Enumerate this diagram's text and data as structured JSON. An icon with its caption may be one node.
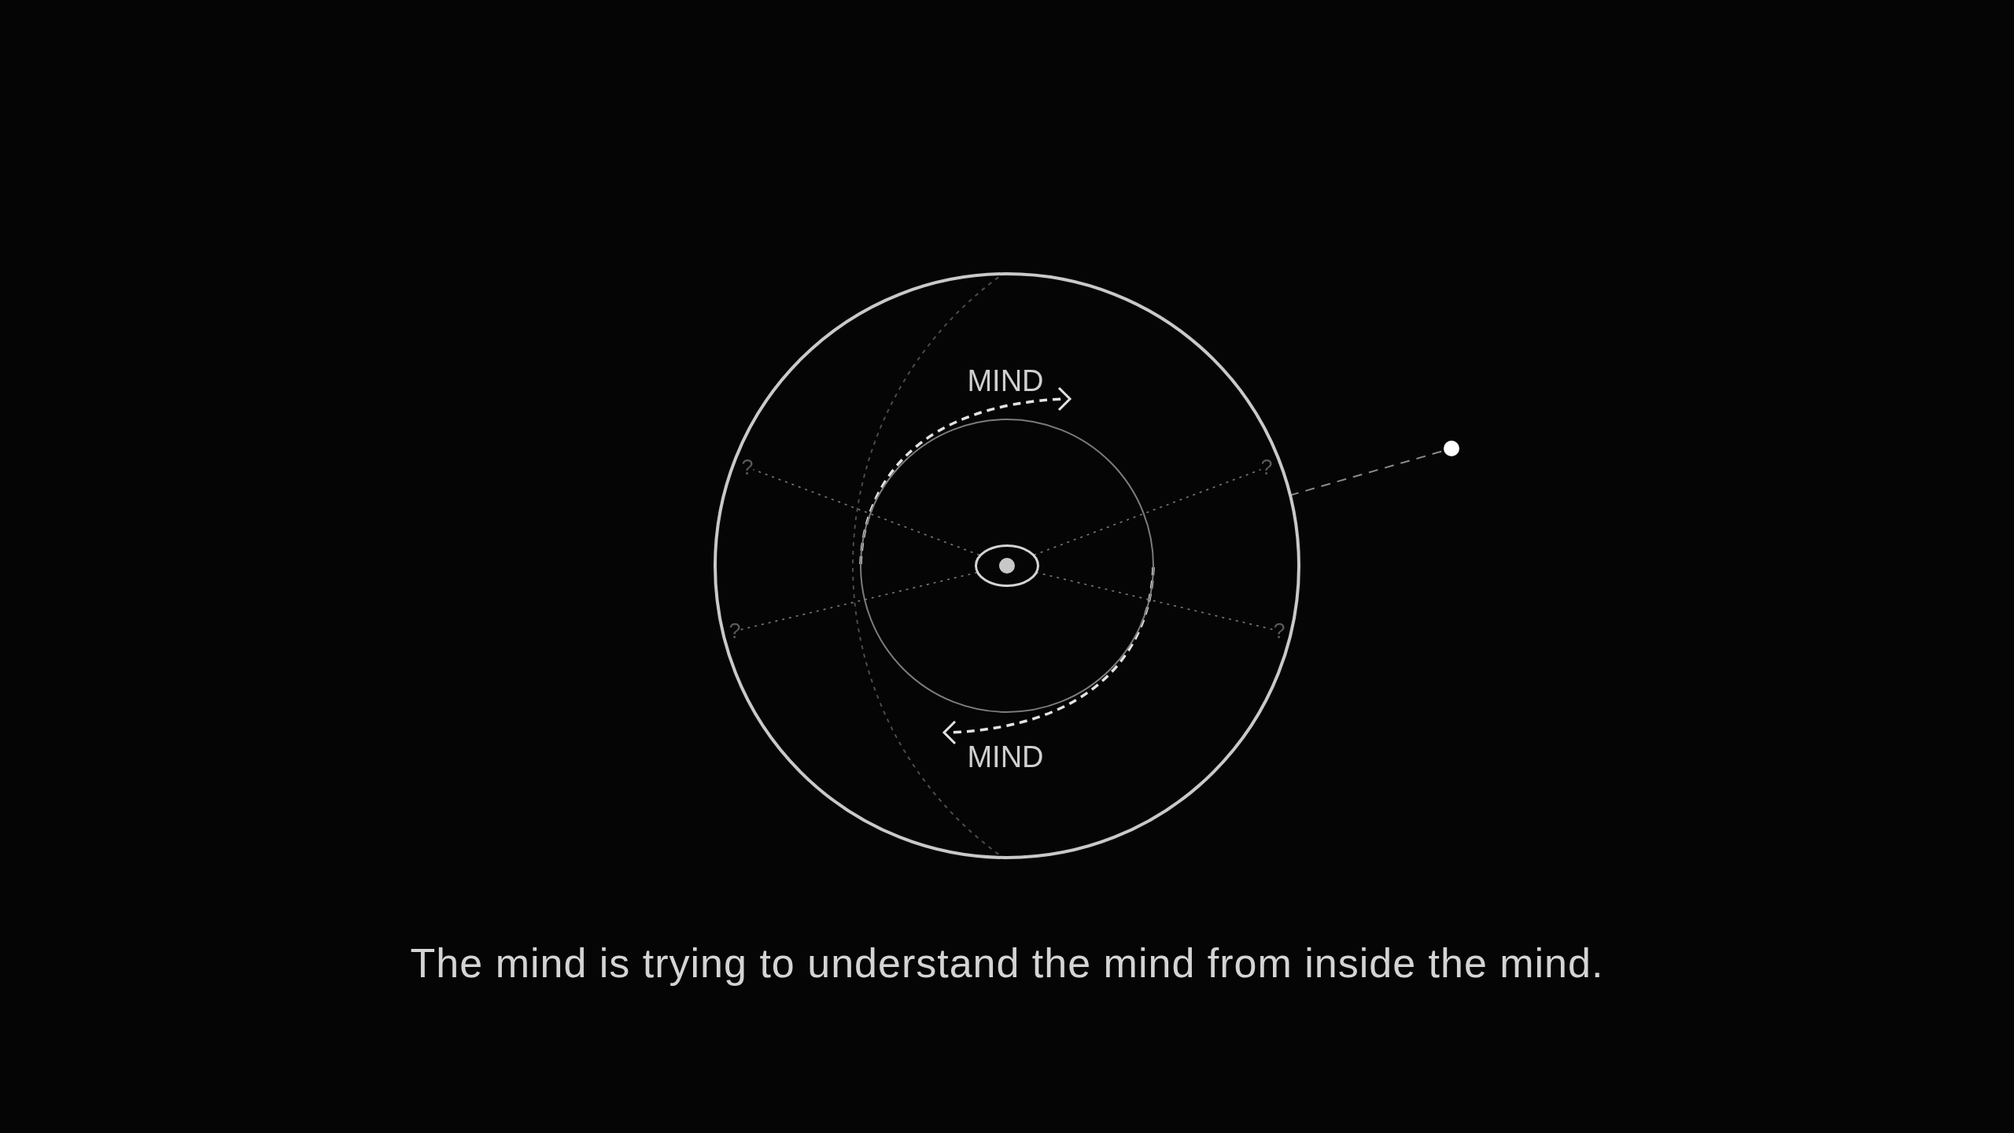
{
  "diagram": {
    "caption": "The mind is trying to understand the mind from inside the mind.",
    "nodes": [
      {
        "text": [],
        "shape": "circle"
      },
      {
        "text": [],
        "shape": "circle",
        "in": 0
      },
      {
        "text": [],
        "shape": "eye",
        "in": 1
      },
      {
        "text": [
          "?"
        ],
        "in": 0
      },
      {
        "text": [
          "?"
        ],
        "in": 0
      },
      {
        "text": [
          "?"
        ],
        "in": 0
      },
      {
        "text": [
          "?"
        ],
        "in": 0
      },
      {
        "text": [],
        "shape": "circle"
      }
    ],
    "edges": [
      {
        "from": 2,
        "to": 3,
        "arrow": "none",
        "style": "dashed"
      },
      {
        "from": 2,
        "to": 4,
        "arrow": "none",
        "style": "dashed"
      },
      {
        "from": 2,
        "to": 5,
        "arrow": "none",
        "style": "dashed"
      },
      {
        "from": 2,
        "to": 6,
        "arrow": "none",
        "style": "dashed"
      },
      {
        "from": 0,
        "to": 7,
        "arrow": "none",
        "style": "dashed"
      }
    ],
    "labels": [
      "MIND",
      "MIND"
    ]
  }
}
